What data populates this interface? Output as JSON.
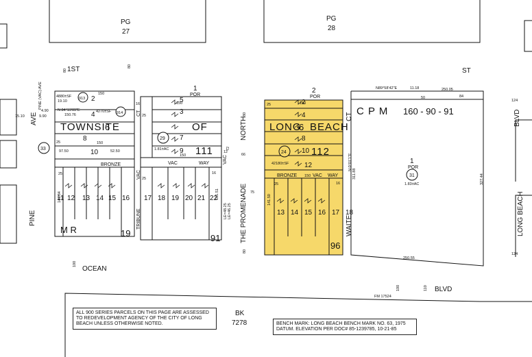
{
  "page_refs": [
    {
      "pg": "PG",
      "num": "27"
    },
    {
      "pg": "PG",
      "num": "28"
    }
  ],
  "streets": {
    "first_st": "1ST",
    "st": "ST",
    "ave": "AVE",
    "pine": "PINE",
    "pine_vac_ave": "PINE (VAC) AVE",
    "ocean": "OCEAN",
    "blvd_bottom": "BLVD",
    "blvd_right": "BLVD",
    "long_beach": "LONG BEACH",
    "promenade": "THE PROMENADE",
    "north": "NORTH",
    "ct": "CT",
    "waite": "WAITE",
    "bronze_left": "BRONZE",
    "vac": "VAC",
    "way": "WAY",
    "bronze_right": "BRONZE",
    "vac_right": "VAC",
    "way_right": "WAY",
    "tribune": "TRIBUNE",
    "vac_tribune": "VAC",
    "ct_left": "CT",
    "vac_prom": "VAC"
  },
  "tract_labels": {
    "townsite": "TOWNSITE",
    "of": "OF",
    "long": "LONG",
    "beach": "BEACH",
    "cpm": "C P M",
    "cpm_nums": "160 - 90 - 91",
    "mr": "M R",
    "bk_label": "BK",
    "bk_num": "7278"
  },
  "blocks": {
    "left_six": "6",
    "right_six": "6",
    "left_111": "111",
    "right_112": "112",
    "b19": "19",
    "b91": "91",
    "b96": "96",
    "por_left": "POR",
    "por_right": "POR",
    "one_left": "1",
    "two_right": "2",
    "one_cpm": "1",
    "por_cpm": "POR"
  },
  "lots_left_bottom": [
    "11",
    "12",
    "13",
    "14",
    "15",
    "16"
  ],
  "lots_mid_bottom": [
    "17",
    "18",
    "19",
    "20",
    "21",
    "22"
  ],
  "lots_right_bottom": [
    "13",
    "14",
    "15",
    "16",
    "17",
    "18"
  ],
  "lots_left_top": [
    "2",
    "4",
    "8",
    "10"
  ],
  "lots_mid_top": [
    "3",
    "5",
    "7",
    "9"
  ],
  "lots_right_top": [
    "2",
    "4",
    "8",
    "10",
    "12"
  ],
  "parcels": {
    "p913": "913",
    "p914": "914",
    "p29": "29",
    "p24": "24",
    "p31": "31",
    "p33": "33"
  },
  "areas": {
    "a4880": "4880±SF",
    "a4270": "4270±SF",
    "a181": "1.81±AC",
    "a42180": "42180±SF",
    "a183": "1.83±AC"
  },
  "dims": {
    "d150": "150",
    "d25": "25",
    "d16": "16",
    "d97_50": "97.50",
    "d52_50": "52.50",
    "d141_84": "141.84",
    "d141_50": "141.50",
    "d250_05": "250.05",
    "d250_55": "250.55",
    "d311_88": "311.88",
    "d327_44": "327.44",
    "d84": "84",
    "d50": "50",
    "d11_18": "11.18",
    "d4_90": "4.90",
    "d9_90": "9.90",
    "d75_10": "75.10",
    "d19_10": "19.10",
    "d150_76": "150.76",
    "d80": "80",
    "d100": "100",
    "d110": "110",
    "d124": "124",
    "d72": "72",
    "d66": "66",
    "d75": "75",
    "bearing": "N89°58'42\"E",
    "bearing2": "N 0°01'1\"E",
    "bearing3": "N 84°19'09\"E",
    "le1": "LE=48.25",
    "le2": "LE=46.25",
    "d181_51": "181.51",
    "fm": "FM 17524",
    "d12": "12"
  },
  "notes": {
    "assessed": "ALL 900 SERIES PARCELS ON THIS PAGE ARE ASSESSED TO REDEVELOPMENT AGENCY OF THE CITY OF LONG BEACH UNLESS OTHERWISE NOTED.",
    "benchmark": "BENCH MARK: LONG BEACH BENCH MARK NO. 63, 1975 DATUM. ELEVATION PER DOC# 85-1239785, 10-21-85"
  },
  "colors": {
    "highlight": "#f6d86a",
    "line": "#111111"
  }
}
